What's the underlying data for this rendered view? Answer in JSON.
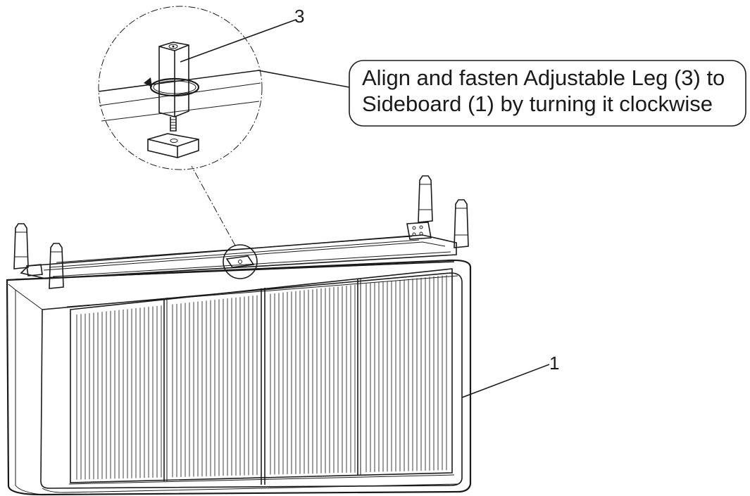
{
  "callout": {
    "line1": "Align and fasten Adjustable Leg (3) to",
    "line2": "Sideboard (1) by turning it clockwise"
  },
  "parts": {
    "adjustable_leg_number": "3",
    "sideboard_number": "1"
  }
}
